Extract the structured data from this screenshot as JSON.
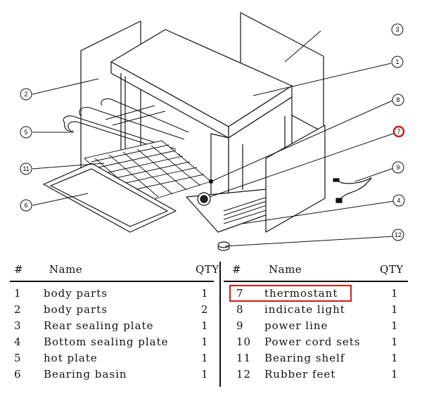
{
  "callouts": [
    "1",
    "2",
    "3",
    "4",
    "5",
    "6",
    "7",
    "8",
    "9",
    "11",
    "12"
  ],
  "highlight_color": "#d11a1a",
  "table": {
    "headers": {
      "index": "#",
      "name": "Name",
      "qty": "QTY"
    },
    "left_rows": [
      {
        "index": "1",
        "name": "body parts",
        "qty": "1"
      },
      {
        "index": "2",
        "name": "body parts",
        "qty": "2"
      },
      {
        "index": "3",
        "name": "Rear sealing plate",
        "qty": "1"
      },
      {
        "index": "4",
        "name": "Bottom sealing plate",
        "qty": "1"
      },
      {
        "index": "5",
        "name": "hot plate",
        "qty": "1"
      },
      {
        "index": "6",
        "name": "Bearing basin",
        "qty": "1"
      }
    ],
    "right_rows": [
      {
        "index": "7",
        "name": "thermostant",
        "qty": "1"
      },
      {
        "index": "8",
        "name": "indicate light",
        "qty": "1"
      },
      {
        "index": "9",
        "name": "power line",
        "qty": "1"
      },
      {
        "index": "10",
        "name": "Power cord sets",
        "qty": "1"
      },
      {
        "index": "11",
        "name": "Bearing shelf",
        "qty": "1"
      },
      {
        "index": "12",
        "name": "Rubber feet",
        "qty": "1"
      }
    ]
  }
}
